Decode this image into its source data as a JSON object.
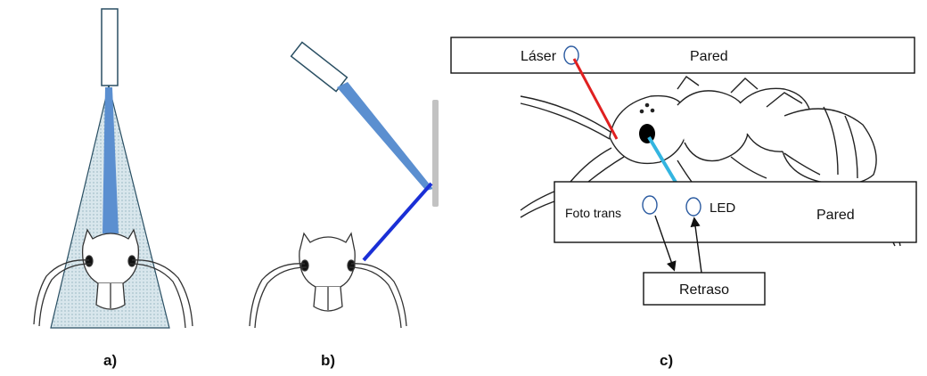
{
  "panels": {
    "a": {
      "caption": "a)"
    },
    "b": {
      "caption": "b)"
    },
    "c": {
      "caption": "c)",
      "top_wall": {
        "laser_label": "Láser",
        "wall_label": "Pared"
      },
      "bottom_wall": {
        "phototransistor_label": "Foto trans",
        "led_label": "LED",
        "wall_label": "Pared"
      },
      "delay_label": "Retraso"
    }
  },
  "colors": {
    "beam_blue": "#5b8fd0",
    "cone_fill": "#cfe0e6",
    "reflected_beam": "#1a2fd6",
    "laser_beam": "#e02020",
    "led_beam": "#33b5e0",
    "wall_gray": "#c2c2c2"
  }
}
